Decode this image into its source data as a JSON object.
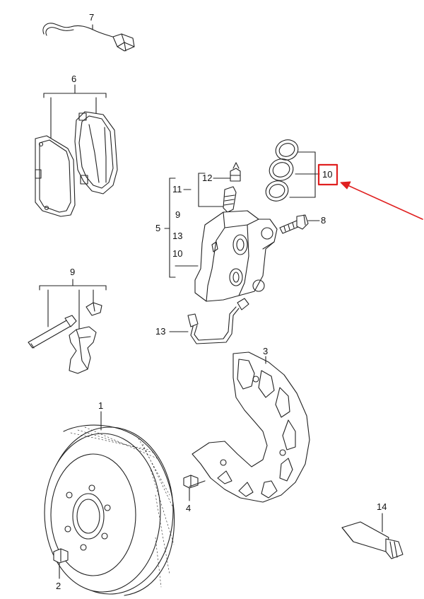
{
  "callouts": {
    "c7": "7",
    "c6": "6",
    "c12": "12",
    "c11": "11",
    "c9a": "9",
    "c5": "5",
    "c13a": "13",
    "c10a": "10",
    "c10b": "10",
    "c8": "8",
    "c9b": "9",
    "c13b": "13",
    "c3": "3",
    "c1": "1",
    "c4": "4",
    "c2": "2",
    "c14": "14"
  },
  "highlight": {
    "target": "10",
    "color": "#e02020"
  }
}
